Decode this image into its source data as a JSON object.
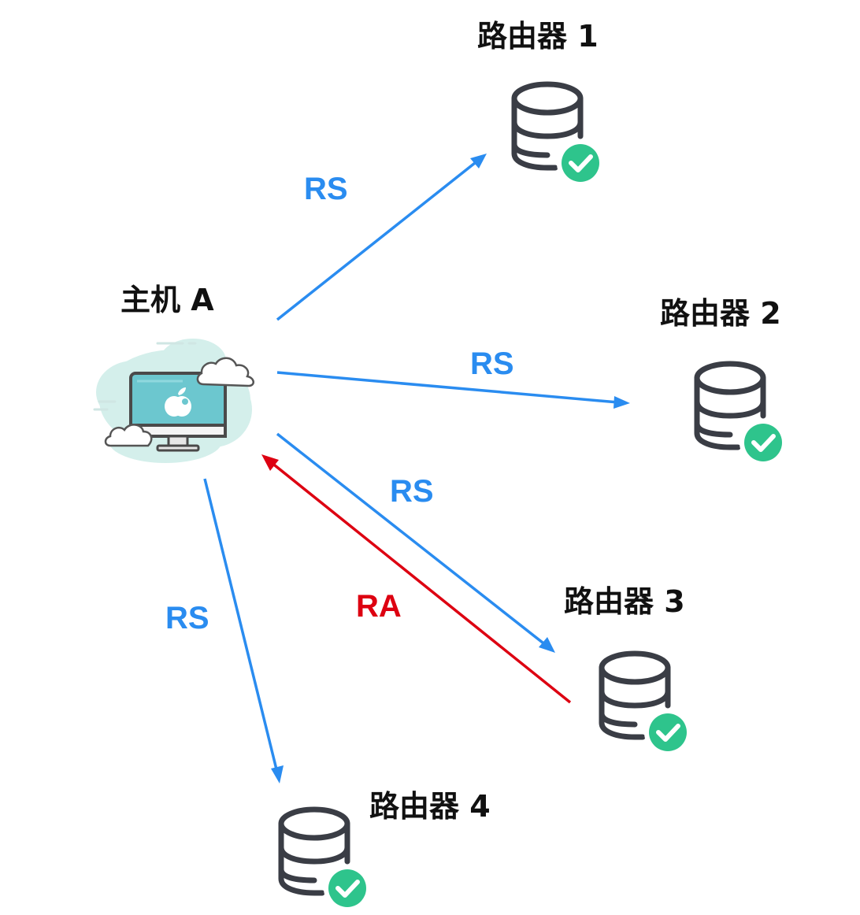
{
  "colors": {
    "request_arrow": "#2a8cf0",
    "advert_arrow": "#dd0011",
    "router_stroke": "#3a3d45",
    "check_badge": "#2ec48c",
    "monitor_screen": "#6cc7cf",
    "cloud_tint": "#d4efeb"
  },
  "host": {
    "label": "主机 A",
    "icon": "apple-computer-in-clouds-icon"
  },
  "routers": [
    {
      "label": "路由器 1",
      "icon": "database-check-icon"
    },
    {
      "label": "路由器 2",
      "icon": "database-check-icon"
    },
    {
      "label": "路由器 3",
      "icon": "database-check-icon"
    },
    {
      "label": "路由器 4",
      "icon": "database-check-icon"
    }
  ],
  "edges": [
    {
      "label": "RS",
      "from": "主机 A",
      "to": "路由器 1",
      "kind": "request"
    },
    {
      "label": "RS",
      "from": "主机 A",
      "to": "路由器 2",
      "kind": "request"
    },
    {
      "label": "RS",
      "from": "主机 A",
      "to": "路由器 3",
      "kind": "request"
    },
    {
      "label": "RA",
      "from": "路由器 3",
      "to": "主机 A",
      "kind": "advert"
    },
    {
      "label": "RS",
      "from": "主机 A",
      "to": "路由器 4",
      "kind": "request"
    }
  ]
}
